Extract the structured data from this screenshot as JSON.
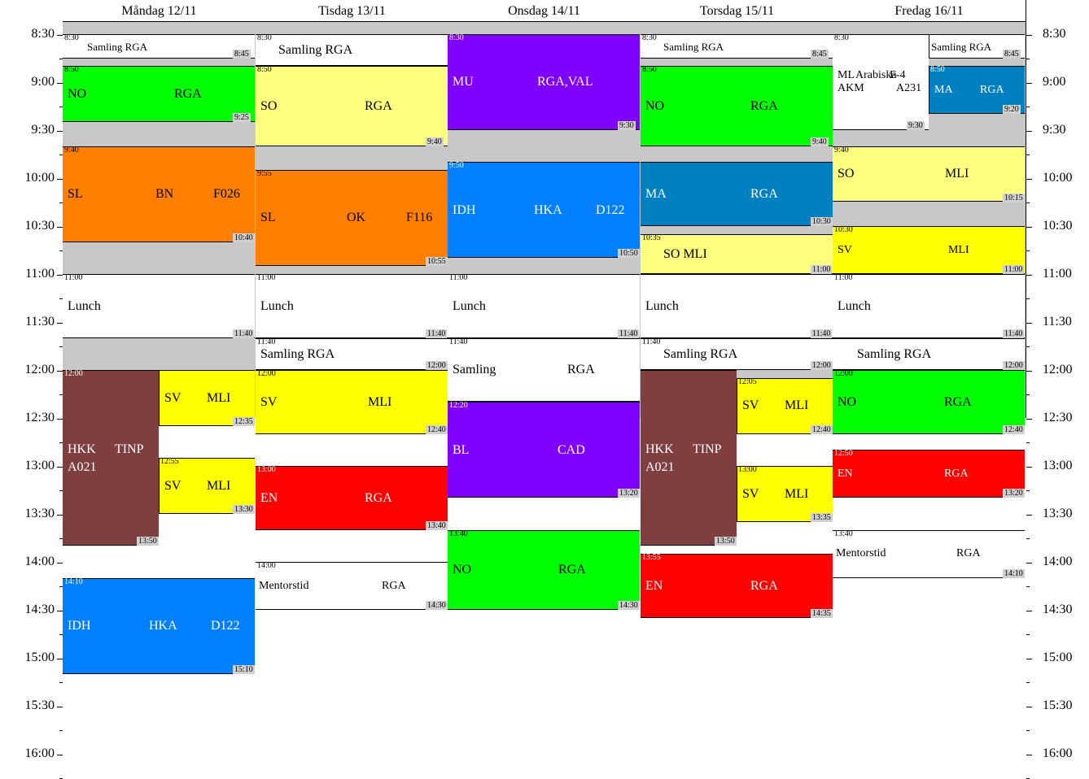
{
  "time_labels": [
    "8:30",
    "9:00",
    "9:30",
    "10:00",
    "10:30",
    "11:00",
    "11:30",
    "12:00",
    "12:30",
    "13:00",
    "13:30",
    "14:00",
    "14:30",
    "15:00",
    "15:30",
    "16:00"
  ],
  "days": [
    {
      "label": "Måndag 12/11",
      "events": [
        {
          "start": "8:30",
          "end": "8:45",
          "bg": "#ffffff",
          "fg": "#000000",
          "texts": [
            "Samling RGA"
          ],
          "start_label": "8:30",
          "end_label": "8:45"
        },
        {
          "start": "8:50",
          "end": "9:25",
          "bg": "#00ff00",
          "fg": "#000000",
          "texts": [
            "NO",
            "RGA"
          ],
          "start_label": "8:50",
          "end_label": "9:25"
        },
        {
          "start": "9:40",
          "end": "10:40",
          "bg": "#ff8000",
          "fg": "#000000",
          "texts": [
            "SL",
            "BN",
            "F026"
          ],
          "start_label": "9:40",
          "end_label": "10:40"
        },
        {
          "start": "11:00",
          "end": "11:40",
          "bg": "#ffffff",
          "fg": "#000000",
          "texts": [
            "Lunch"
          ],
          "start_label": "11:00",
          "end_label": "11:40"
        },
        {
          "start": "12:00",
          "end": "13:50",
          "bg": "#7f3f3f",
          "fg": "#ffffff",
          "texts": [
            "HKK",
            "TINP",
            "A021"
          ],
          "start_label": "12:00",
          "end_label": "13:50"
        },
        {
          "start": "12:00",
          "end": "12:35",
          "bg": "#ffff00",
          "fg": "#000000",
          "texts": [
            "SV",
            "MLI"
          ],
          "start_label": "",
          "end_label": "12:35"
        },
        {
          "start": "12:55",
          "end": "13:30",
          "bg": "#ffff00",
          "fg": "#000000",
          "texts": [
            "SV",
            "MLI"
          ],
          "start_label": "12:55",
          "end_label": "13:30"
        },
        {
          "start": "14:10",
          "end": "15:10",
          "bg": "#0080ff",
          "fg": "#ffffff",
          "texts": [
            "IDH",
            "HKA",
            "D122"
          ],
          "start_label": "14:10",
          "end_label": "15:10"
        }
      ]
    },
    {
      "label": "Tisdag 13/11",
      "events": [
        {
          "start": "8:30",
          "end": "8:50",
          "bg": "#ffffff",
          "fg": "#000000",
          "texts": [
            "Samling RGA"
          ],
          "start_label": "8:30",
          "end_label": ""
        },
        {
          "start": "8:50",
          "end": "9:40",
          "bg": "#ffff80",
          "fg": "#000000",
          "texts": [
            "SO",
            "RGA"
          ],
          "start_label": "8:50",
          "end_label": "9:40"
        },
        {
          "start": "9:55",
          "end": "10:55",
          "bg": "#ff8000",
          "fg": "#000000",
          "texts": [
            "SL",
            "OK",
            "F116"
          ],
          "start_label": "9:55",
          "end_label": "10:55"
        },
        {
          "start": "11:00",
          "end": "11:40",
          "bg": "#ffffff",
          "fg": "#000000",
          "texts": [
            "Lunch"
          ],
          "start_label": "11:00",
          "end_label": "11:40"
        },
        {
          "start": "11:40",
          "end": "12:00",
          "bg": "#ffffff",
          "fg": "#000000",
          "texts": [
            "Samling RGA"
          ],
          "start_label": "11:40",
          "end_label": "12:00"
        },
        {
          "start": "12:00",
          "end": "12:40",
          "bg": "#ffff00",
          "fg": "#000000",
          "texts": [
            "SV",
            "MLI"
          ],
          "start_label": "12:00",
          "end_label": "12:40"
        },
        {
          "start": "13:00",
          "end": "13:40",
          "bg": "#ff0000",
          "fg": "#ffffff",
          "texts": [
            "EN",
            "RGA"
          ],
          "start_label": "13:00",
          "end_label": "13:40"
        },
        {
          "start": "14:00",
          "end": "14:30",
          "bg": "#ffffff",
          "fg": "#000000",
          "texts": [
            "Mentorstid",
            "RGA"
          ],
          "start_label": "14:00",
          "end_label": "14:30"
        }
      ]
    },
    {
      "label": "Onsdag 14/11",
      "events": [
        {
          "start": "8:30",
          "end": "9:30",
          "bg": "#8000ff",
          "fg": "#ffffff",
          "texts": [
            "MU",
            "RGA,VAL"
          ],
          "start_label": "8:30",
          "end_label": "9:30"
        },
        {
          "start": "9:50",
          "end": "10:50",
          "bg": "#0080ff",
          "fg": "#ffffff",
          "texts": [
            "IDH",
            "HKA",
            "D122"
          ],
          "start_label": "9:50",
          "end_label": "10:50"
        },
        {
          "start": "11:00",
          "end": "11:40",
          "bg": "#ffffff",
          "fg": "#000000",
          "texts": [
            "Lunch"
          ],
          "start_label": "11:00",
          "end_label": "11:40"
        },
        {
          "start": "11:40",
          "end": "12:20",
          "bg": "#ffffff",
          "fg": "#000000",
          "texts": [
            "Samling",
            "RGA"
          ],
          "start_label": "11:40",
          "end_label": ""
        },
        {
          "start": "12:20",
          "end": "13:20",
          "bg": "#8000ff",
          "fg": "#ffffff",
          "texts": [
            "BL",
            "CAD"
          ],
          "start_label": "12:20",
          "end_label": "13:20"
        },
        {
          "start": "13:40",
          "end": "14:30",
          "bg": "#00ff00",
          "fg": "#000000",
          "texts": [
            "NO",
            "RGA"
          ],
          "start_label": "13:40",
          "end_label": "14:30"
        }
      ]
    },
    {
      "label": "Torsdag 15/11",
      "events": [
        {
          "start": "8:30",
          "end": "8:45",
          "bg": "#ffffff",
          "fg": "#000000",
          "texts": [
            "Samling RGA"
          ],
          "start_label": "8:30",
          "end_label": "8:45"
        },
        {
          "start": "8:50",
          "end": "9:40",
          "bg": "#00ff00",
          "fg": "#000000",
          "texts": [
            "NO",
            "RGA"
          ],
          "start_label": "8:50",
          "end_label": "9:40"
        },
        {
          "start": "9:50",
          "end": "10:30",
          "bg": "#0080c0",
          "fg": "#ffffff",
          "texts": [
            "MA",
            "RGA"
          ],
          "start_label": "",
          "end_label": "10:30"
        },
        {
          "start": "10:35",
          "end": "11:00",
          "bg": "#ffff80",
          "fg": "#000000",
          "texts": [
            "SO MLI"
          ],
          "start_label": "10:35",
          "end_label": "11:00"
        },
        {
          "start": "11:00",
          "end": "11:40",
          "bg": "#ffffff",
          "fg": "#000000",
          "texts": [
            "Lunch"
          ],
          "start_label": "",
          "end_label": "11:40"
        },
        {
          "start": "11:40",
          "end": "12:00",
          "bg": "#ffffff",
          "fg": "#000000",
          "texts": [
            "Samling RGA"
          ],
          "start_label": "11:40",
          "end_label": "12:00"
        },
        {
          "start": "12:00",
          "end": "13:50",
          "bg": "#7f3f3f",
          "fg": "#ffffff",
          "texts": [
            "HKK",
            "TINP",
            "A021"
          ],
          "start_label": "",
          "end_label": "13:50"
        },
        {
          "start": "12:05",
          "end": "12:40",
          "bg": "#ffff00",
          "fg": "#000000",
          "texts": [
            "SV",
            "MLI"
          ],
          "start_label": "12:05",
          "end_label": "12:40"
        },
        {
          "start": "13:00",
          "end": "13:35",
          "bg": "#ffff00",
          "fg": "#000000",
          "texts": [
            "SV",
            "MLI"
          ],
          "start_label": "13:00",
          "end_label": "13:35"
        },
        {
          "start": "13:55",
          "end": "14:35",
          "bg": "#ff0000",
          "fg": "#ffffff",
          "texts": [
            "EN",
            "RGA"
          ],
          "start_label": "13:55",
          "end_label": "14:35"
        }
      ]
    },
    {
      "label": "Fredag 16/11",
      "events": [
        {
          "start": "8:30",
          "end": "9:30",
          "bg": "#ffffff",
          "fg": "#000000",
          "texts": [
            "ML",
            "Arabiska",
            "F-4",
            "AKM",
            "A231"
          ],
          "start_label": "8:30",
          "end_label": "9:30"
        },
        {
          "start": "8:30",
          "end": "8:45",
          "bg": "#ffffff",
          "fg": "#000000",
          "texts": [
            "Samling RGA"
          ],
          "start_label": "",
          "end_label": "8:45"
        },
        {
          "start": "8:50",
          "end": "9:20",
          "bg": "#0080c0",
          "fg": "#ffffff",
          "texts": [
            "MA",
            "RGA"
          ],
          "start_label": "8:50",
          "end_label": "9:20"
        },
        {
          "start": "9:40",
          "end": "10:15",
          "bg": "#ffff80",
          "fg": "#000000",
          "texts": [
            "SO",
            "MLI"
          ],
          "start_label": "9:40",
          "end_label": "10:15"
        },
        {
          "start": "10:30",
          "end": "11:00",
          "bg": "#ffff00",
          "fg": "#000000",
          "texts": [
            "SV",
            "MLI"
          ],
          "start_label": "10:30",
          "end_label": "11:00"
        },
        {
          "start": "11:00",
          "end": "11:40",
          "bg": "#ffffff",
          "fg": "#000000",
          "texts": [
            "Lunch"
          ],
          "start_label": "11:00",
          "end_label": "11:40"
        },
        {
          "start": "11:40",
          "end": "12:00",
          "bg": "#ffffff",
          "fg": "#000000",
          "texts": [
            "Samling RGA"
          ],
          "start_label": "",
          "end_label": "12:00"
        },
        {
          "start": "12:00",
          "end": "12:40",
          "bg": "#00ff00",
          "fg": "#000000",
          "texts": [
            "NO",
            "RGA"
          ],
          "start_label": "12:00",
          "end_label": "12:40"
        },
        {
          "start": "12:50",
          "end": "13:20",
          "bg": "#ff0000",
          "fg": "#ffffff",
          "texts": [
            "EN",
            "RGA"
          ],
          "start_label": "12:50",
          "end_label": "13:20"
        },
        {
          "start": "13:40",
          "end": "14:10",
          "bg": "#ffffff",
          "fg": "#000000",
          "texts": [
            "Mentorstid",
            "RGA"
          ],
          "start_label": "13:40",
          "end_label": "14:10"
        }
      ]
    }
  ]
}
